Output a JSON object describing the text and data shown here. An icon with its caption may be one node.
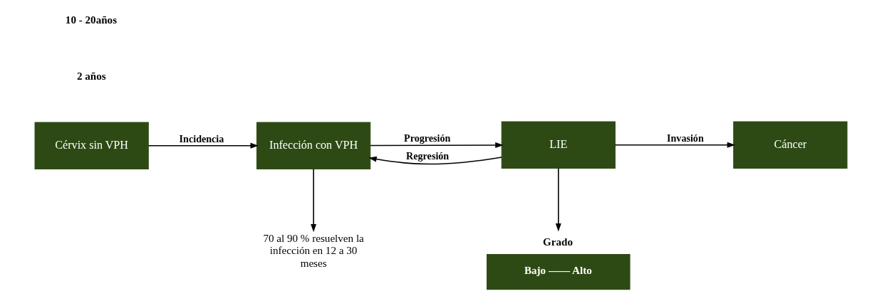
{
  "diagram": {
    "nodes": [
      {
        "text": [
          "Cérvix sin VPH"
        ]
      },
      {
        "text": [
          "Infección con VPH"
        ]
      },
      {
        "text": [
          "LIE"
        ]
      },
      {
        "text": [
          "Cáncer"
        ]
      },
      {
        "text": [
          "70 al 90 % resuelven la infección en 12 a 30 meses"
        ]
      },
      {
        "text": [
          "Grado",
          "Bajo —— Alto"
        ]
      }
    ],
    "edges": [
      {
        "from": 0,
        "to": 1,
        "arrow": "to",
        "label": "Incidencia"
      },
      {
        "from": 1,
        "to": 2,
        "arrow": "to",
        "label": "Progresión"
      },
      {
        "from": 2,
        "to": 1,
        "arrow": "to",
        "label": "Regresión"
      },
      {
        "from": 2,
        "to": 3,
        "arrow": "to",
        "label": "Invasión"
      },
      {
        "from": 1,
        "to": 4,
        "arrow": "to"
      },
      {
        "from": 2,
        "to": 5,
        "arrow": "to"
      }
    ],
    "labels": [
      "2 años",
      "10 - 20años"
    ]
  }
}
